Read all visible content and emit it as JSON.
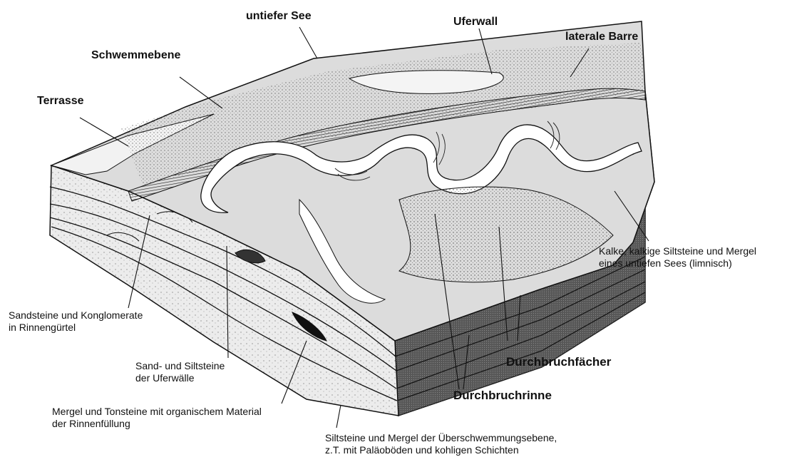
{
  "labels": {
    "untiefer_see": "untiefer See",
    "uferwall": "Uferwall",
    "laterale_barre": "laterale Barre",
    "schwemmebene": "Schwemmebene",
    "terrasse": "Terrasse",
    "kalke_line1": "Kalke, kalkige Siltsteine und Mergel",
    "kalke_line2": "eines untiefen Sees (limnisch)",
    "sandsteine_line1": "Sandsteine und Konglomerate",
    "sandsteine_line2": "in Rinnengürtel",
    "sand_silt_line1": "Sand- und Siltsteine",
    "sand_silt_line2": "der Uferwälle",
    "durchbruchfaecher": "Durchbruchfächer",
    "durchbruchrinne": "Durchbruchrinne",
    "mergel_line1": "Mergel und Tonsteine mit organischem Material",
    "mergel_line2": "der Rinnenfüllung",
    "siltsteine_line1": "Siltsteine und Mergel der Überschwemmungsebene,",
    "siltsteine_line2": "z.T. mit Paläoböden und kohligen Schichten"
  },
  "colors": {
    "ink": "#111111",
    "top_surface": "#d9d9d9",
    "floodplain": "#bdbdbd",
    "channel": "#ffffff",
    "side_front": "#e6e6e6",
    "side_right": "#7a7a7a"
  }
}
